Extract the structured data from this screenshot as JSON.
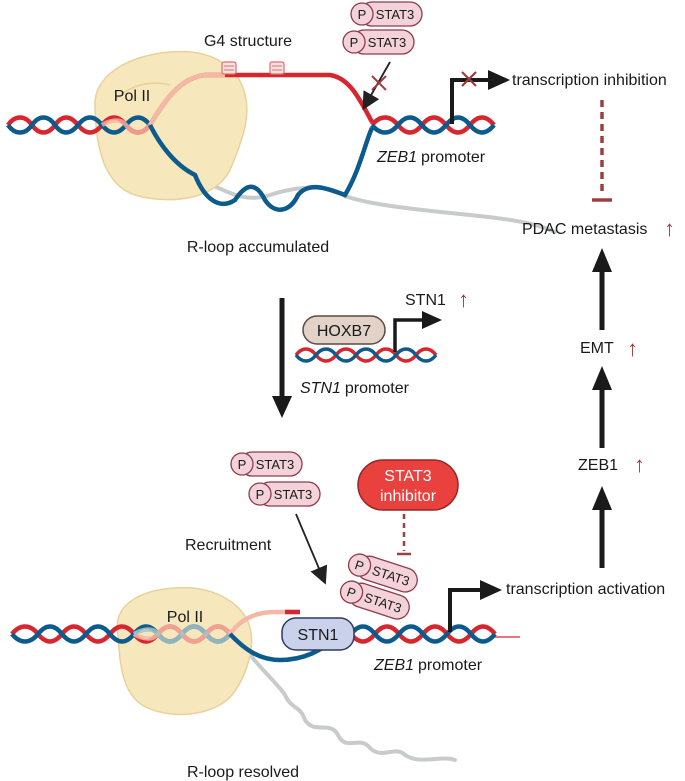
{
  "colors": {
    "dna_red": "#d7262e",
    "dna_blue": "#0d5a8c",
    "rna_gray": "#c8cbcc",
    "pol_fill": "#f6e7bd",
    "stat_fill": "#f3d3d9",
    "stat_stroke": "#8e3b4b",
    "hoxb7_fill": "#e2d2c8",
    "stn1_fill": "#c9d2ea",
    "inhibitor_fill": "#e8413e",
    "up_arrow": "#a03a3f",
    "dashed": "#9c3f42",
    "arrow_dark": "#222222"
  },
  "top": {
    "g4_label": "G4 structure",
    "pol_label": "Pol II",
    "stat_p": "P",
    "stat_label": "STAT3",
    "promoter_gene": "ZEB1",
    "promoter_word": "promoter",
    "transcription": "transcription inhibition",
    "rloop": "R-loop accumulated"
  },
  "middle": {
    "hoxb7": "HOXB7",
    "stn1": "STN1",
    "up": "↑",
    "promoter_gene": "STN1",
    "promoter_word": "promoter"
  },
  "bottom": {
    "stat_p": "P",
    "stat_label": "STAT3",
    "recruitment": "Recruitment",
    "inhibitor_line1": "STAT3",
    "inhibitor_line2": "inhibitor",
    "stn1_box": "STN1",
    "pol_label": "Pol  II",
    "promoter_gene": "ZEB1",
    "promoter_word": "promoter",
    "transcription": "transcription activation",
    "rloop": "R-loop resolved"
  },
  "right": {
    "pdac": "PDAC metastasis",
    "emt": "EMT",
    "zeb1": "ZEB1",
    "up": "↑"
  }
}
